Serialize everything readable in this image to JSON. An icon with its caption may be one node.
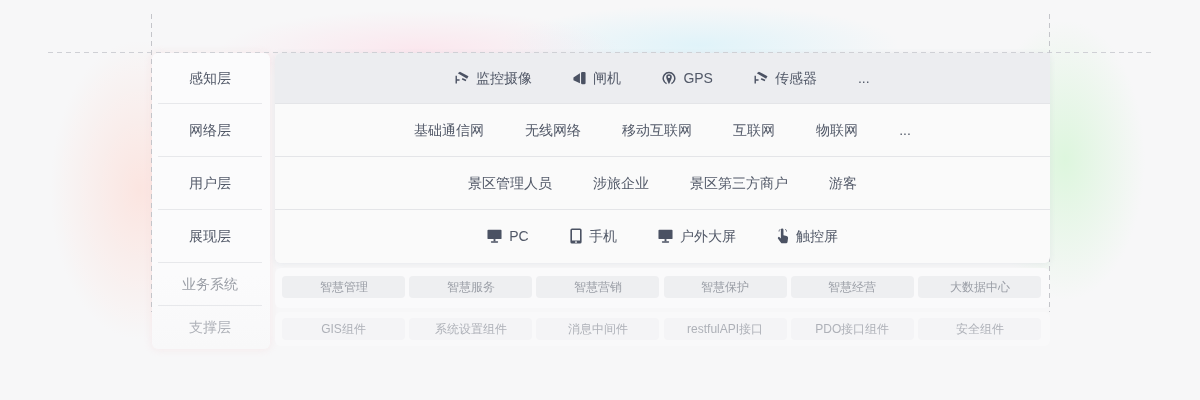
{
  "diagram": {
    "nodes": [
      {
        "text": [
          "感知层"
        ]
      },
      {
        "text": [
          "监控摄像",
          "闸机",
          "GPS",
          "传感器",
          "..."
        ]
      },
      {
        "text": [
          "网络层"
        ]
      },
      {
        "text": [
          "基础通信网",
          "无线网络",
          "移动互联网",
          "互联网",
          "物联网",
          "..."
        ]
      },
      {
        "text": [
          "用户层"
        ]
      },
      {
        "text": [
          "景区管理人员",
          "涉旅企业",
          "景区第三方商户",
          "游客"
        ]
      },
      {
        "text": [
          "展现层"
        ]
      },
      {
        "text": [
          "PC",
          "手机",
          "户外大屏",
          "触控屏"
        ]
      },
      {
        "text": [
          "业务系统"
        ]
      },
      {
        "text": [
          "智慧管理"
        ]
      },
      {
        "text": [
          "智慧服务"
        ]
      },
      {
        "text": [
          "智慧营销"
        ]
      },
      {
        "text": [
          "智慧保护"
        ]
      },
      {
        "text": [
          "智慧经营"
        ]
      },
      {
        "text": [
          "大数据中心"
        ]
      },
      {
        "text": [
          "支撑层"
        ]
      },
      {
        "text": [
          "GIS组件"
        ]
      },
      {
        "text": [
          "系统设置组件"
        ]
      },
      {
        "text": [
          "消息中间件"
        ]
      },
      {
        "text": [
          "restfulAPI接口"
        ]
      },
      {
        "text": [
          "PDO接口组件"
        ]
      },
      {
        "text": [
          "安全组件"
        ]
      }
    ]
  }
}
